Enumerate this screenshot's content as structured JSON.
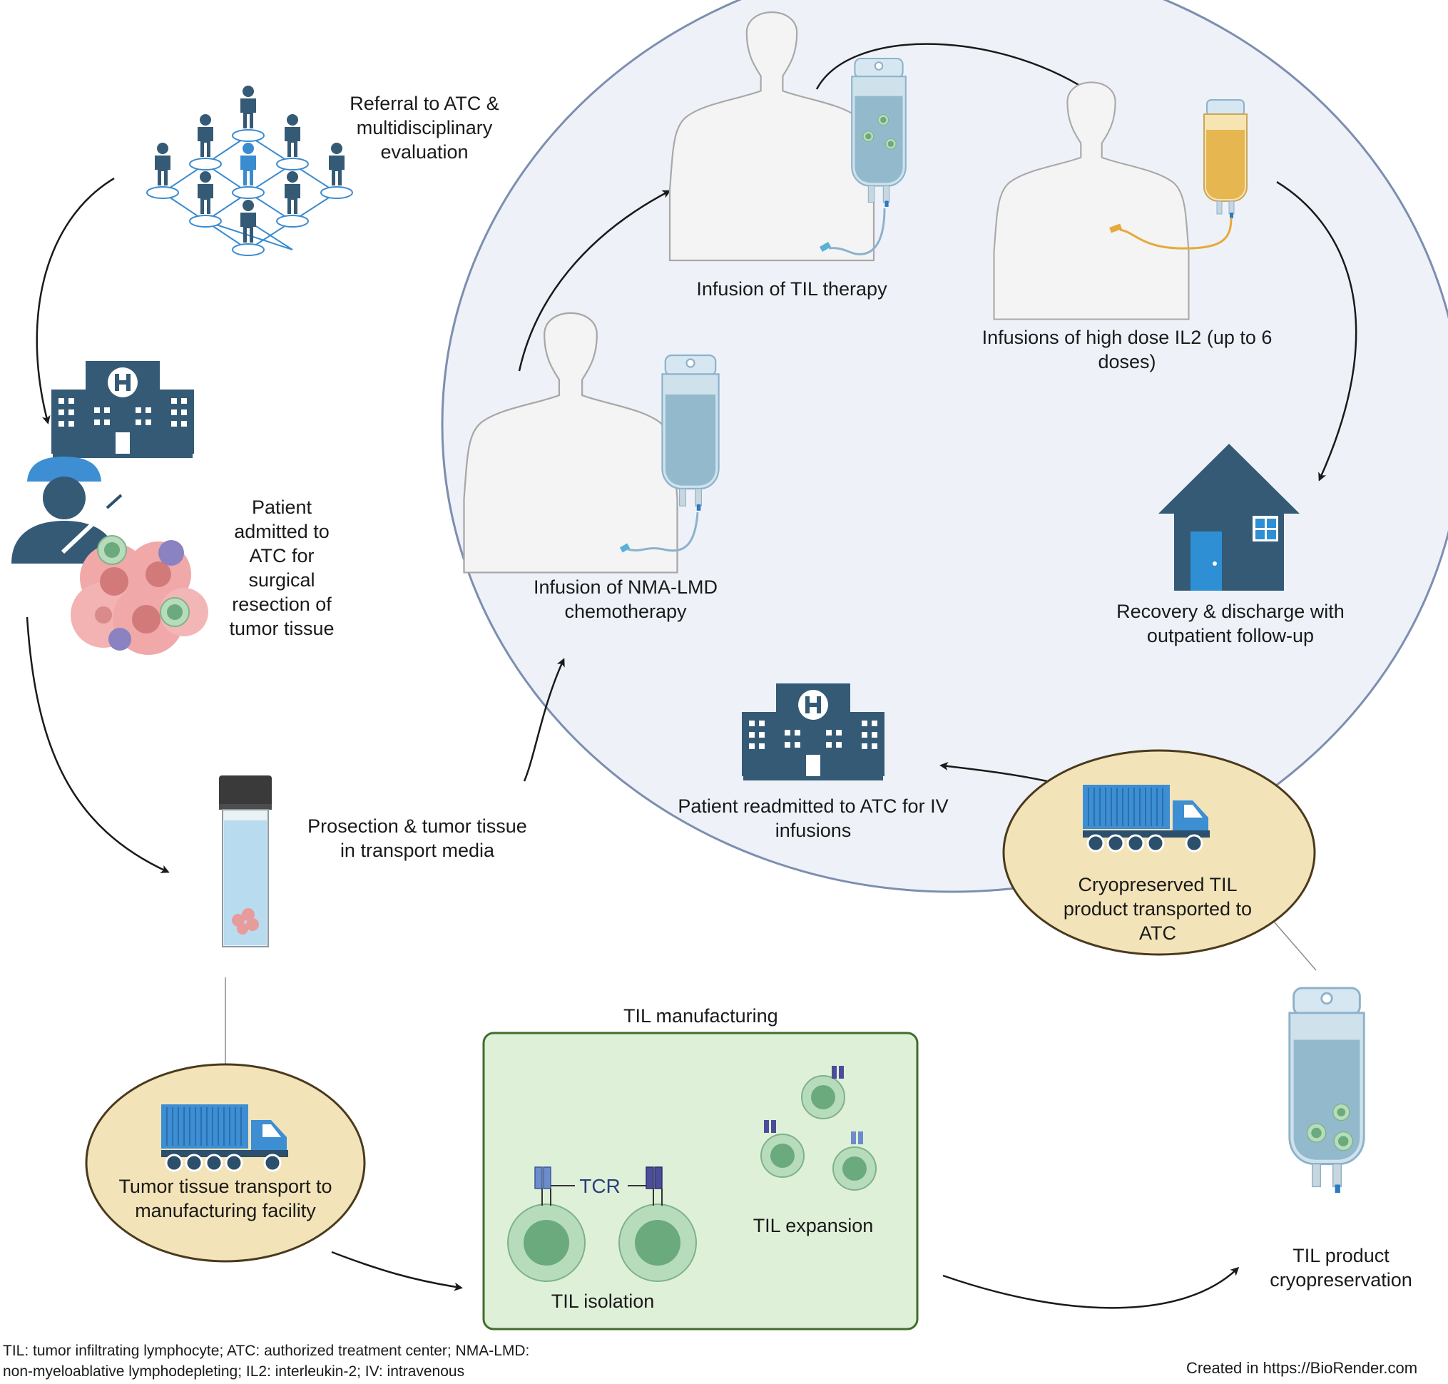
{
  "labels": {
    "referral": "Referral to ATC & multidisciplinary evaluation",
    "admitted": "Patient admitted to ATC for surgical resection of tumor tissue",
    "prosection": "Prosection & tumor tissue in transport media",
    "tumor_transport": "Tumor tissue transport to manufacturing facility",
    "manufacturing_title": "TIL manufacturing",
    "tcr": "TCR",
    "isolation": "TIL isolation",
    "expansion": "TIL expansion",
    "cryopreservation": "TIL product cryopreservation",
    "cryo_transport": "Cryopreserved TIL product transported to ATC",
    "readmitted": "Patient readmitted to ATC for IV infusions",
    "nma_lmd": "Infusion of NMA-LMD chemotherapy",
    "til_infusion": "Infusion of TIL therapy",
    "il2": "Infusions of high dose IL2 (up to 6 doses)",
    "recovery": "Recovery & discharge with outpatient follow-up"
  },
  "footnote": {
    "line1": "TIL: tumor infiltrating lymphocyte; ATC: authorized treatment center; NMA-LMD:",
    "line2": "non-myeloablative lymphodepleting; IL2: interleukin-2; IV: intravenous"
  },
  "credit": "Created in  https://BioRender.com",
  "colors": {
    "navy": "#345a75",
    "cycle_fill": "#eef2f8",
    "cycle_stroke": "#7d8eb0",
    "manufacturing_fill": "#dff0d9",
    "manufacturing_stroke": "#3f6e2a",
    "transport_fill": "#f3e3b8",
    "transport_stroke": "#4a3a1d",
    "truck_blue": "#3d8ed3",
    "cell_green": "#8fc79a",
    "cell_dark": "#5aa474",
    "il2_bag": "#ecc064"
  }
}
